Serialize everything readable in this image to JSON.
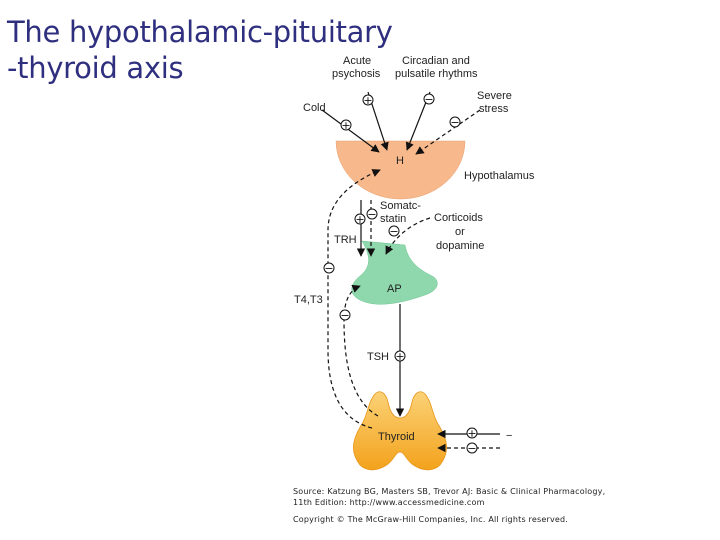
{
  "title": {
    "line1": "The hypothalamic-pituitary",
    "line2": "-thyroid axis"
  },
  "labels": {
    "acute": [
      "Acute",
      "psychosis"
    ],
    "circadian": [
      "Circadian and",
      "pulsatile rhythms"
    ],
    "cold": "Cold",
    "severe": [
      "Severe",
      "stress"
    ],
    "h": "H",
    "hypothalamus": "Hypothalamus",
    "somatostatin": [
      "Somatc-",
      "statin"
    ],
    "corticoids": [
      "Corticoids",
      "or",
      "dopamine"
    ],
    "trh": "TRH",
    "t4t3": "T4,T3",
    "ap": "AP",
    "tsh": "TSH",
    "thyroid": "Thyroid"
  },
  "signs": {
    "plus": "+",
    "minus": "−"
  },
  "source": {
    "line1": "Source: Katzung BG, Masters SB, Trevor AJ: Basic & Clinical Pharmacology,",
    "line2": "11th Edition: http://www.accessmedicine.com",
    "line3": "Copyright © The McGraw-Hill Companies, Inc. All rights reserved."
  },
  "colors": {
    "title": "#2f2f7f",
    "hypothalamus": "#f7b98c",
    "pituitary": "#8fd8ad",
    "thyroid": "#f5a623"
  }
}
